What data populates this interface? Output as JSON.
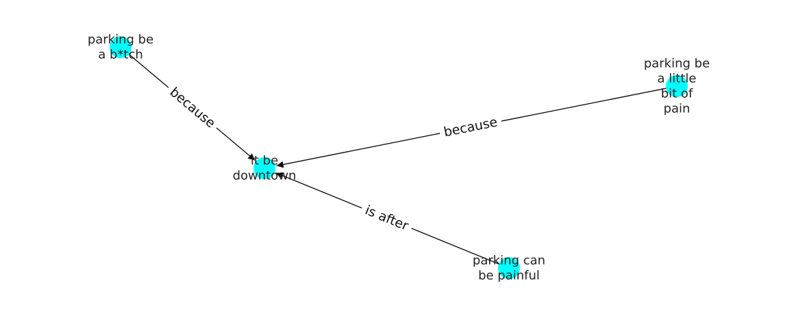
{
  "graph": {
    "node_color": "#00ffff",
    "edge_color": "#111111",
    "nodes": [
      {
        "id": "n1",
        "label_lines": [
          "parking be",
          "a b*tch"
        ]
      },
      {
        "id": "n2",
        "label_lines": [
          "it be",
          "downtown"
        ]
      },
      {
        "id": "n3",
        "label_lines": [
          "parking be",
          "a little",
          "bit of",
          "pain"
        ]
      },
      {
        "id": "n4",
        "label_lines": [
          "parking can",
          "be painful"
        ]
      }
    ],
    "edges": [
      {
        "from": "n1",
        "to": "n2",
        "label": "because"
      },
      {
        "from": "n3",
        "to": "n2",
        "label": "because"
      },
      {
        "from": "n4",
        "to": "n2",
        "label": "is after"
      }
    ]
  }
}
